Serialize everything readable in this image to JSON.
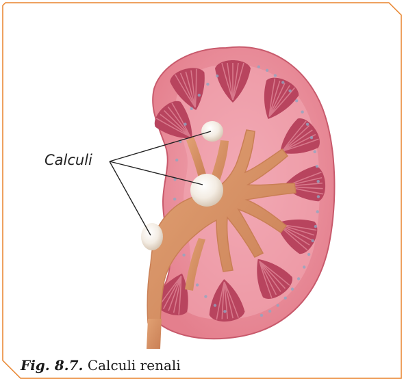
{
  "figure": {
    "label": "Calculi",
    "caption_number": "Fig. 8.7.",
    "caption_text": "Calculi renali"
  },
  "colors": {
    "frame": "#e8822a",
    "kidney_cortex": "#e47f8d",
    "kidney_cortex_edge": "#c85a6c",
    "kidney_inner": "#f2a9b4",
    "pyramid": "#b8445e",
    "pyramid_stripe": "#d8798c",
    "pelvis": "#e2a274",
    "pelvis_shadow": "#c97f55",
    "calculus": "#f3ece3",
    "calculus_shadow": "#d8c8b6",
    "pointer_line": "#222222"
  }
}
